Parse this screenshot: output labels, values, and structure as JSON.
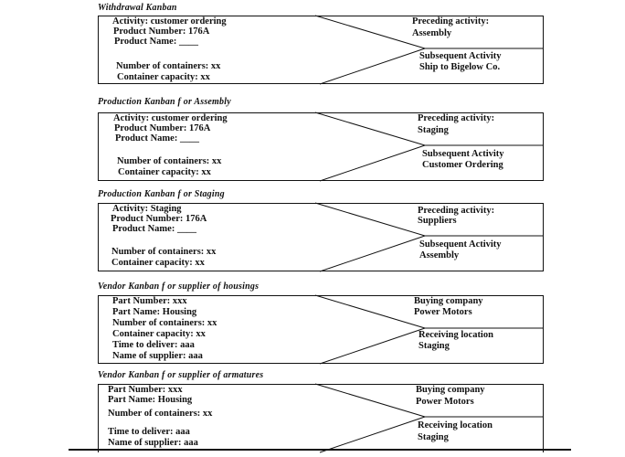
{
  "cards": [
    {
      "title": "Withdrawal Kanban",
      "left": [
        "Activity: customer ordering",
        "Product Number: 176A",
        "Product Name: ____",
        "Number of containers: xx",
        "Container capacity: xx"
      ],
      "right_top": [
        "Preceding activity:",
        "Assembly"
      ],
      "right_bottom": [
        "Subsequent Activity",
        "Ship to Bigelow Co."
      ]
    },
    {
      "title": "Production Kanban f or Assembly",
      "left": [
        "Activity: customer ordering",
        "Product Number: 176A",
        "Product Name: ____",
        "Number of containers: xx",
        "Container capacity: xx"
      ],
      "right_top": [
        "Preceding activity:",
        "Staging"
      ],
      "right_bottom": [
        "Subsequent Activity",
        "Customer Ordering"
      ]
    },
    {
      "title": "Production Kanban f or Staging",
      "left": [
        "Activity: Staging",
        "Product Number: 176A",
        "Product Name: ____",
        "Number of containers: xx",
        "Container capacity: xx"
      ],
      "right_top": [
        "Preceding activity:",
        "Suppliers"
      ],
      "right_bottom": [
        "Subsequent Activity",
        "Assembly"
      ]
    },
    {
      "title": "Vendor Kanban f or supplier of  housings",
      "left": [
        "Part Number: xxx",
        "Part Name: Housing",
        "Number of containers: xx",
        "Container capacity: xx",
        "Time to deliver: aaa",
        "Name of supplier: aaa"
      ],
      "right_top": [
        "Buying company",
        "Power Motors"
      ],
      "right_bottom": [
        "Receiving location",
        "Staging"
      ]
    },
    {
      "title": "Vendor Kanban f or supplier of  armatures",
      "left": [
        "Part Number: xxx",
        "Part Name: Housing",
        "Number of containers: xx",
        "Time to deliver: aaa",
        "Name of supplier: aaa"
      ],
      "right_top": [
        "Buying company",
        "Power Motors"
      ],
      "right_bottom": [
        "Receiving location",
        "Staging"
      ]
    }
  ]
}
